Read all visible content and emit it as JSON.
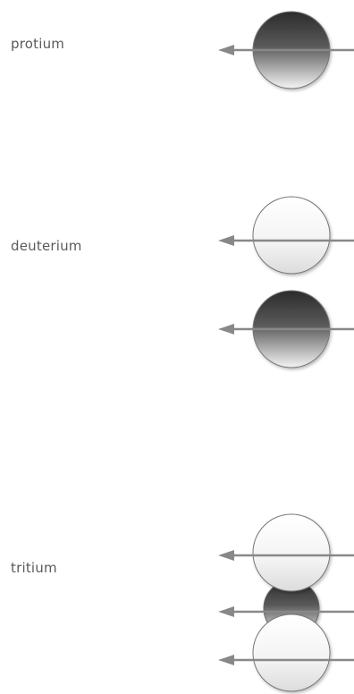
{
  "isotopes": [
    {
      "name": "protium"
    },
    {
      "name": "deuterium"
    },
    {
      "name": "tritium"
    }
  ]
}
